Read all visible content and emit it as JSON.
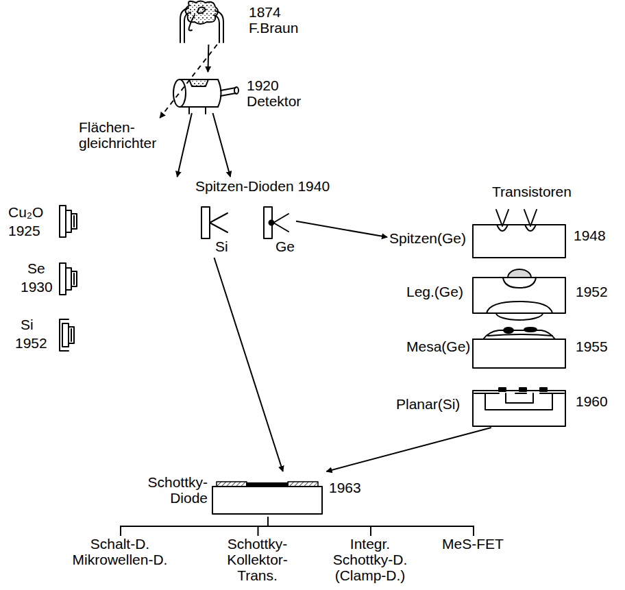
{
  "diagram": {
    "nodes": [
      {
        "text": [
          "1874 F.Braun"
        ]
      },
      {
        "text": [
          "1920 Detektor"
        ]
      },
      {
        "text": [
          "Flächen- gleichrichter"
        ]
      },
      {
        "text": [
          "Cu₂O",
          "1925"
        ]
      },
      {
        "text": [
          "Se",
          "1930"
        ]
      },
      {
        "text": [
          "Si",
          "1952"
        ]
      },
      {
        "text": [
          "Spitzen-Dioden 1940"
        ]
      },
      {
        "text": [
          "Si"
        ],
        "in": 6
      },
      {
        "text": [
          "Ge"
        ],
        "in": 6
      },
      {
        "text": [
          "Spitzen(Ge)",
          "1948"
        ]
      },
      {
        "text": [
          "Leg.(Ge)",
          "1952"
        ]
      },
      {
        "text": [
          "Mesa(Ge)",
          "1955"
        ]
      },
      {
        "text": [
          "Planar(Si)",
          "1960"
        ]
      },
      {
        "text": [
          "Schottky- Diode",
          "1963"
        ]
      },
      {
        "text": [
          "Schalt-D. Mikrowellen-D."
        ]
      },
      {
        "text": [
          "Schottky- Kollektor- Trans."
        ]
      },
      {
        "text": [
          "Integr. Schottky-D. (Clamp-D.)"
        ]
      },
      {
        "text": [
          "MeS-FET"
        ]
      }
    ],
    "edges": [
      {
        "from": 0,
        "to": 1,
        "arrow": "to"
      },
      {
        "from": 0,
        "to": 2,
        "arrow": "to"
      },
      {
        "from": 1,
        "to": 6,
        "arrow": "to"
      },
      {
        "from": 1,
        "to": 6,
        "arrow": "to"
      },
      {
        "from": 8,
        "to": 9,
        "arrow": "to"
      },
      {
        "from": 7,
        "to": 13,
        "arrow": "to"
      },
      {
        "from": 12,
        "to": 13,
        "arrow": "to"
      },
      {
        "from": 13,
        "to": 14,
        "arrow": "none"
      },
      {
        "from": 13,
        "to": 15,
        "arrow": "none"
      },
      {
        "from": 13,
        "to": 16,
        "arrow": "none"
      },
      {
        "from": 13,
        "to": 17,
        "arrow": "none"
      }
    ],
    "labels": [
      "Transistoren"
    ]
  }
}
